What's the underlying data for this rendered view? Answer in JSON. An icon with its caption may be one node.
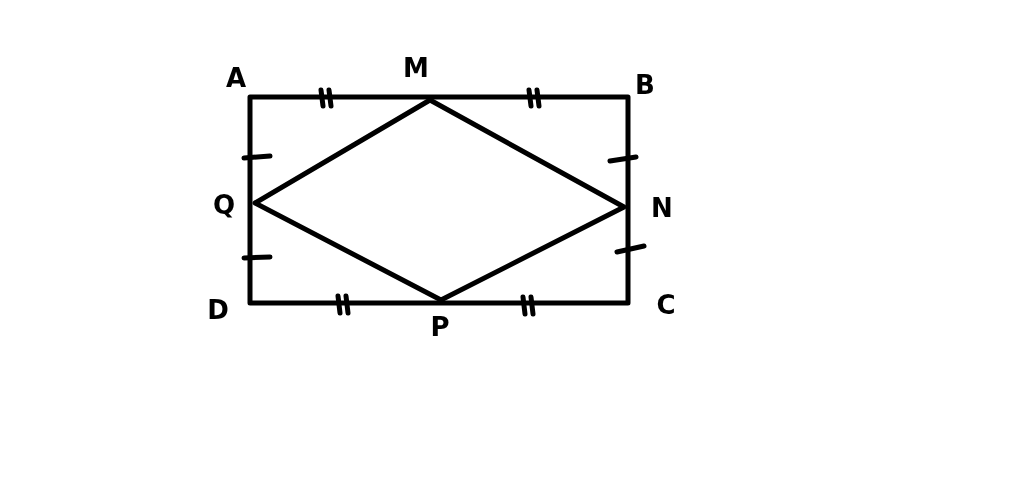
{
  "diagram": {
    "labels": [
      "A",
      "M",
      "B",
      "Q",
      "N",
      "D",
      "P",
      "C"
    ]
  }
}
